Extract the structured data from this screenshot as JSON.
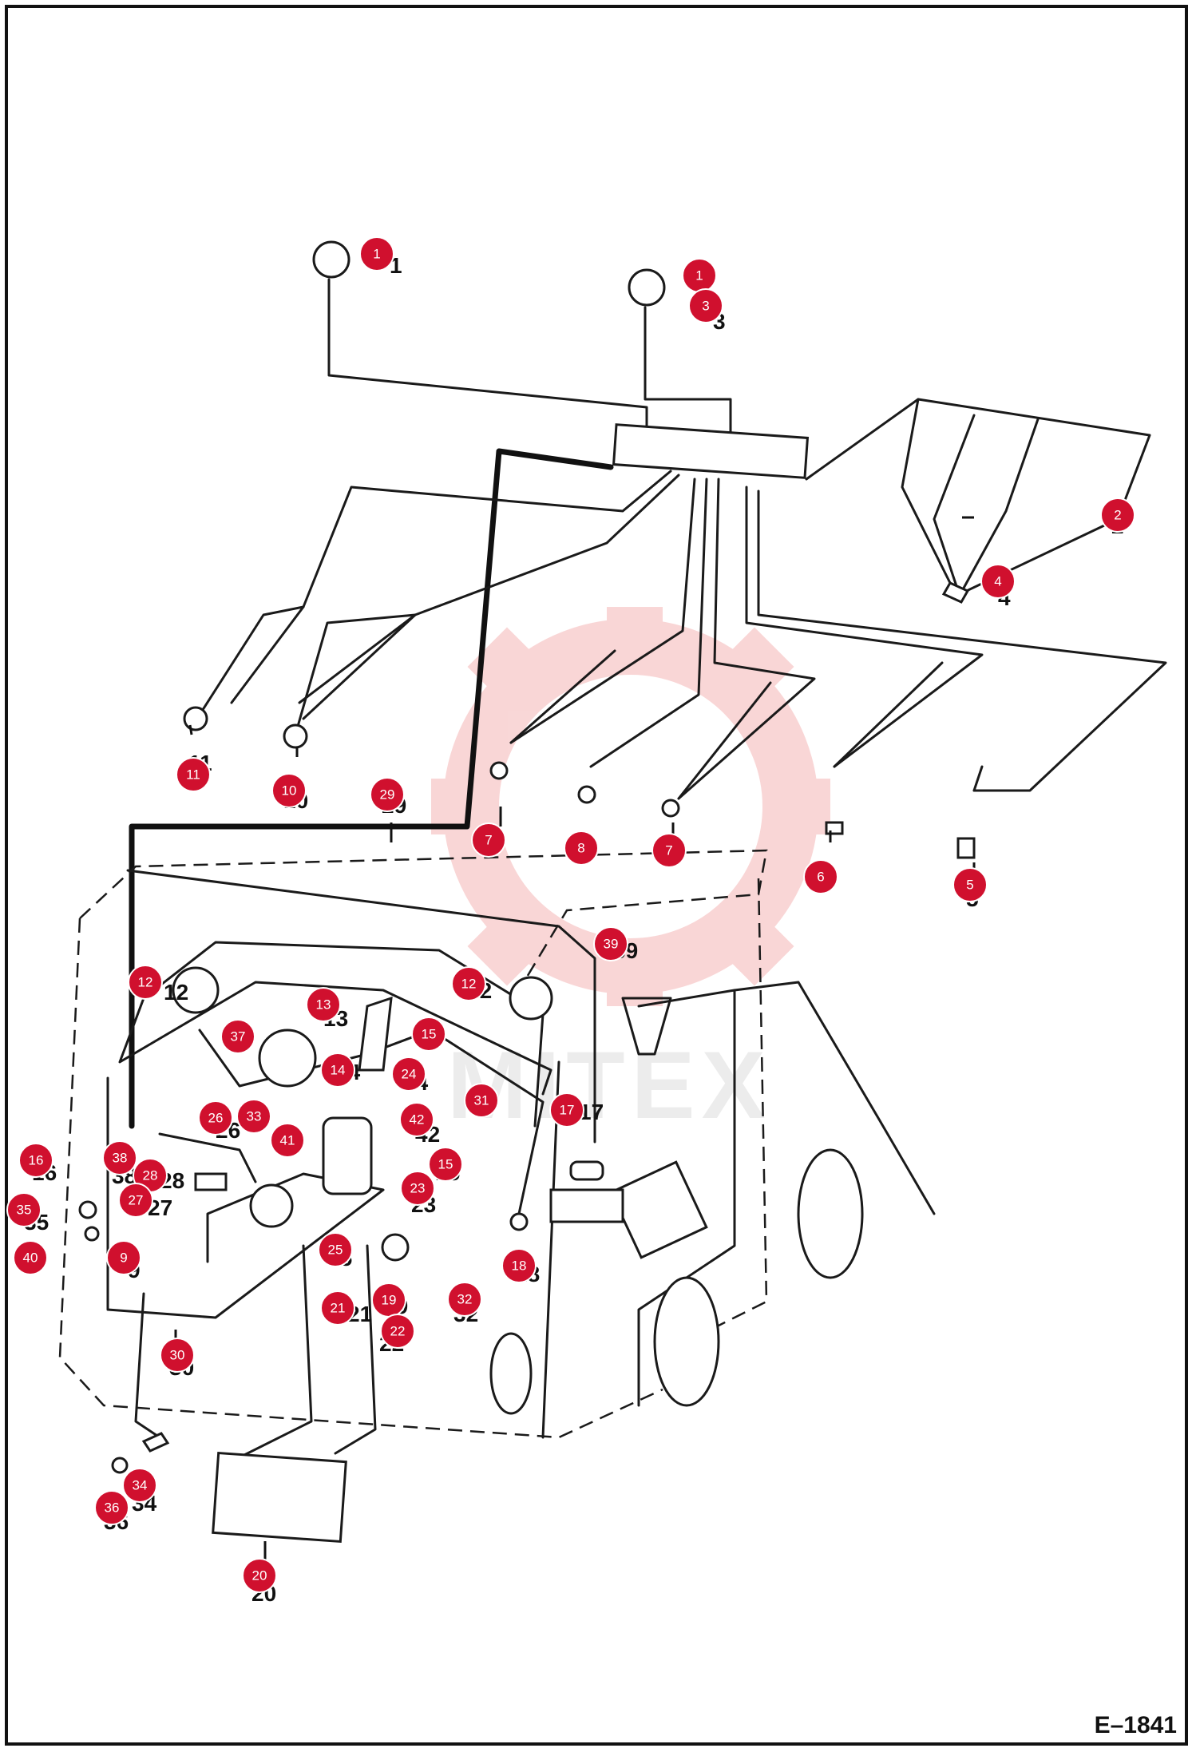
{
  "diagram": {
    "figure_code": "E–1841",
    "watermark_text": "MITEX",
    "callout_color": "#d0102e",
    "callouts": [
      {
        "id": "c1a",
        "label": "1"
      },
      {
        "id": "c1b",
        "label": "1"
      },
      {
        "id": "c3",
        "label": "3"
      },
      {
        "id": "c2",
        "label": "2"
      },
      {
        "id": "c4",
        "label": "4"
      },
      {
        "id": "c11",
        "label": "11"
      },
      {
        "id": "c10",
        "label": "10"
      },
      {
        "id": "c29",
        "label": "29"
      },
      {
        "id": "c7a",
        "label": "7"
      },
      {
        "id": "c8",
        "label": "8"
      },
      {
        "id": "c7b",
        "label": "7"
      },
      {
        "id": "c6",
        "label": "6"
      },
      {
        "id": "c5",
        "label": "5"
      },
      {
        "id": "c39",
        "label": "39"
      },
      {
        "id": "c12a",
        "label": "12"
      },
      {
        "id": "c12b",
        "label": "12"
      },
      {
        "id": "c13",
        "label": "13"
      },
      {
        "id": "c37",
        "label": "37"
      },
      {
        "id": "c15a",
        "label": "15"
      },
      {
        "id": "c14",
        "label": "14"
      },
      {
        "id": "c24",
        "label": "24"
      },
      {
        "id": "c31",
        "label": "31"
      },
      {
        "id": "c17",
        "label": "17"
      },
      {
        "id": "c26",
        "label": "26"
      },
      {
        "id": "c33",
        "label": "33"
      },
      {
        "id": "c42",
        "label": "42"
      },
      {
        "id": "c41",
        "label": "41"
      },
      {
        "id": "c15b",
        "label": "15"
      },
      {
        "id": "c16",
        "label": "16"
      },
      {
        "id": "c38",
        "label": "38"
      },
      {
        "id": "c28",
        "label": "28"
      },
      {
        "id": "c23",
        "label": "23"
      },
      {
        "id": "c35",
        "label": "35"
      },
      {
        "id": "c27",
        "label": "27"
      },
      {
        "id": "c40",
        "label": "40"
      },
      {
        "id": "c9",
        "label": "9"
      },
      {
        "id": "c25",
        "label": "25"
      },
      {
        "id": "c18",
        "label": "18"
      },
      {
        "id": "c19",
        "label": "19"
      },
      {
        "id": "c32",
        "label": "32"
      },
      {
        "id": "c21",
        "label": "21"
      },
      {
        "id": "c22",
        "label": "22"
      },
      {
        "id": "c30",
        "label": "30"
      },
      {
        "id": "c34",
        "label": "34"
      },
      {
        "id": "c36",
        "label": "36"
      },
      {
        "id": "c20",
        "label": "20"
      }
    ],
    "ref_labels": [
      {
        "id": "r1a",
        "text": "1"
      },
      {
        "id": "r1b",
        "text": "1"
      },
      {
        "id": "r3",
        "text": "3"
      },
      {
        "id": "r2",
        "text": "2"
      },
      {
        "id": "r4",
        "text": "4"
      },
      {
        "id": "r11",
        "text": "11"
      },
      {
        "id": "r10",
        "text": "10"
      },
      {
        "id": "r29",
        "text": "29"
      },
      {
        "id": "r7a",
        "text": "7"
      },
      {
        "id": "r8",
        "text": "8"
      },
      {
        "id": "r7b",
        "text": "7"
      },
      {
        "id": "r6",
        "text": "6"
      },
      {
        "id": "r5",
        "text": "5"
      },
      {
        "id": "r39",
        "text": "39"
      },
      {
        "id": "r12a",
        "text": "12"
      },
      {
        "id": "r12b",
        "text": "12"
      },
      {
        "id": "r13",
        "text": "13"
      },
      {
        "id": "r14",
        "text": "14"
      },
      {
        "id": "r24",
        "text": "24"
      },
      {
        "id": "r17",
        "text": "17"
      },
      {
        "id": "r26",
        "text": "26"
      },
      {
        "id": "r42",
        "text": "42"
      },
      {
        "id": "r15",
        "text": "15"
      },
      {
        "id": "r16",
        "text": "16"
      },
      {
        "id": "r38",
        "text": "38"
      },
      {
        "id": "r28",
        "text": "28"
      },
      {
        "id": "r23",
        "text": "23"
      },
      {
        "id": "r35",
        "text": "35"
      },
      {
        "id": "r27",
        "text": "27"
      },
      {
        "id": "r9",
        "text": "9"
      },
      {
        "id": "r25",
        "text": "25"
      },
      {
        "id": "r18",
        "text": "18"
      },
      {
        "id": "r19",
        "text": "19"
      },
      {
        "id": "r32",
        "text": "32"
      },
      {
        "id": "r21",
        "text": "21"
      },
      {
        "id": "r22",
        "text": "22"
      },
      {
        "id": "r30",
        "text": "30"
      },
      {
        "id": "r34",
        "text": "34"
      },
      {
        "id": "r36",
        "text": "36"
      },
      {
        "id": "r20",
        "text": "20"
      }
    ]
  }
}
